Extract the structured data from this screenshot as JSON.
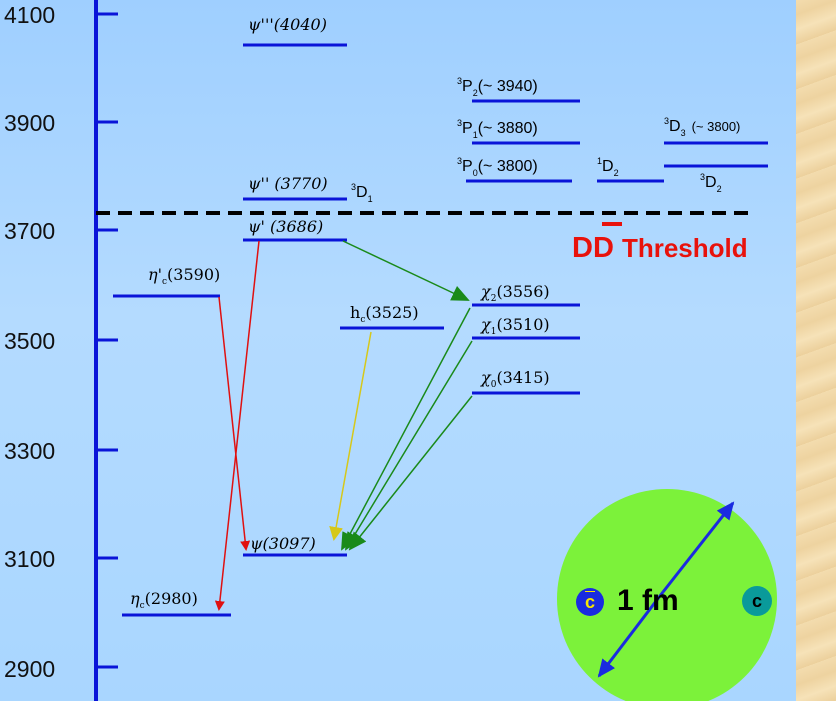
{
  "axis": {
    "ticks": [
      "4100",
      "3900",
      "3700",
      "3500",
      "3300",
      "3100",
      "2900"
    ]
  },
  "levels": {
    "psi4040": "ψ'''(4040)",
    "P2": "P",
    "P2_sup": "3",
    "P2_sub": "2",
    "P2_val": "(~ 3940)",
    "P1_sup": "3",
    "P1": "P",
    "P1_sub": "1",
    "P1_val": "(~ 3880)",
    "P0_sup": "3",
    "P0": "P",
    "P0_sub": "0",
    "P0_val": "(~ 3800)",
    "D2one_sup": "1",
    "D2one": "D",
    "D2one_sub": "2",
    "D3_sup": "3",
    "D3": "D",
    "D3_sub": "3",
    "D3_val": "(~ 3800)",
    "D2three_sup": "3",
    "D2three": "D",
    "D2three_sub": "2",
    "psi3770": "ψ'' (3770)",
    "D1_sup": "3",
    "D1": "D",
    "D1_sub": "1",
    "psi3686": "ψ' (3686)",
    "etac3590": "η'",
    "etac3590_sub": "c",
    "etac3590_val": "(3590)",
    "hc3525": "h",
    "hc3525_sub": "c",
    "hc3525_val": "(3525)",
    "chi2": "χ",
    "chi2_sub": "2",
    "chi2_val": "(3556)",
    "chi1": "χ",
    "chi1_sub": "1",
    "chi1_val": "(3510)",
    "chi0": "χ",
    "chi0_sub": "0",
    "chi0_val": "(3415)",
    "psi3097": "ψ(3097)",
    "etac2980": "η",
    "etac2980_sub": "c",
    "etac2980_val": "(2980)"
  },
  "threshold": {
    "dd": "DD",
    "text": "Threshold"
  },
  "inset": {
    "cbar": "c",
    "c": "c",
    "length": "1 fm"
  },
  "colors": {
    "level": "#0a14d8",
    "threshold": "#e8120c",
    "red": "#e01010",
    "green": "#1a8a1a",
    "yellow": "#d6c81a",
    "disk": "#7cf23a",
    "axis": "#0a14d8"
  }
}
